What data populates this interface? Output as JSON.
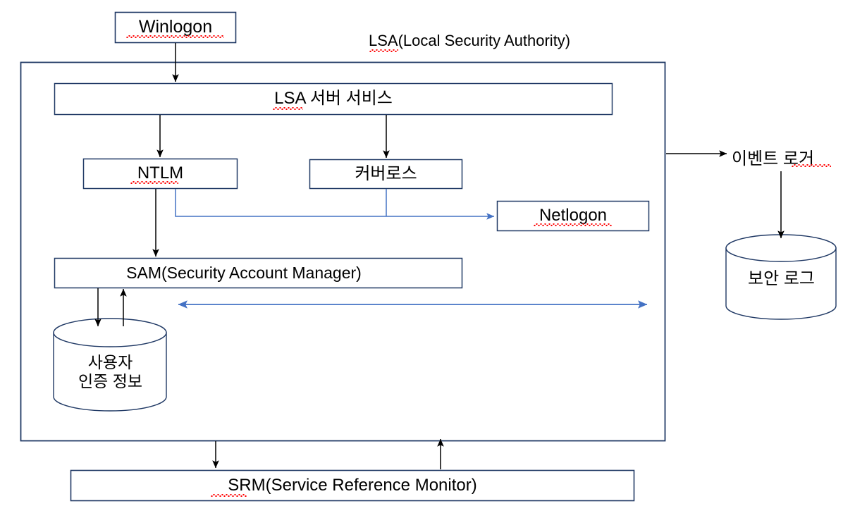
{
  "diagram": {
    "title": "LSA(Local Security Authority)",
    "stroke_color": "#1f3864",
    "flow_arrow_color": "#000000",
    "blue_arrow_color": "#4472c4",
    "spellcheck_color": "#ff0000",
    "background": "#ffffff"
  },
  "nodes": {
    "winlogon": {
      "label": "Winlogon",
      "shape": "rect"
    },
    "lsa_container": {
      "label": "LSA(Local Security Authority)",
      "shape": "rect-container"
    },
    "lsa_server_service": {
      "label": "LSA 서버 서비스",
      "shape": "rect"
    },
    "ntlm": {
      "label": "NTLM",
      "shape": "rect"
    },
    "kerberos": {
      "label": "커버로스",
      "shape": "rect"
    },
    "netlogon": {
      "label": "Netlogon",
      "shape": "rect"
    },
    "sam": {
      "label": "SAM(Security Account Manager)",
      "shape": "rect"
    },
    "user_credentials_db": {
      "label": "사용자\n인증 정보",
      "shape": "cylinder"
    },
    "event_logger": {
      "label": "이벤트 로거",
      "shape": "text"
    },
    "security_log_db": {
      "label": "보안 로그",
      "shape": "cylinder"
    },
    "srm": {
      "label": "SRM(Service Reference Monitor)",
      "shape": "rect"
    }
  },
  "edges": [
    {
      "name": "winlogon-to-lsa-server-service",
      "from": "winlogon",
      "to": "lsa_server_service",
      "style": "solid-black-arrow"
    },
    {
      "name": "lsa-server-service-to-ntlm",
      "from": "lsa_server_service",
      "to": "ntlm",
      "style": "solid-black-arrow"
    },
    {
      "name": "lsa-server-service-to-kerberos",
      "from": "lsa_server_service",
      "to": "kerberos",
      "style": "solid-black-arrow"
    },
    {
      "name": "ntlm-to-sam",
      "from": "ntlm",
      "to": "sam",
      "style": "solid-black-arrow"
    },
    {
      "name": "ntlm-to-netlogon",
      "from": "ntlm",
      "to": "netlogon",
      "style": "blue-arrow"
    },
    {
      "name": "kerberos-to-netlogon",
      "from": "kerberos",
      "to": "netlogon",
      "style": "blue-arrow"
    },
    {
      "name": "sam-to-user-credentials-db",
      "from": "sam",
      "to": "user_credentials_db",
      "style": "solid-black-arrow"
    },
    {
      "name": "user-credentials-db-to-sam",
      "from": "user_credentials_db",
      "to": "sam",
      "style": "solid-black-arrow"
    },
    {
      "name": "lsa-bidirectional-link",
      "from": "sam",
      "to": "lsa_container",
      "style": "blue-double-arrow"
    },
    {
      "name": "lsa-to-event-logger",
      "from": "lsa_container",
      "to": "event_logger",
      "style": "solid-black-arrow"
    },
    {
      "name": "event-logger-to-security-log",
      "from": "event_logger",
      "to": "security_log_db",
      "style": "solid-black-arrow"
    },
    {
      "name": "lsa-to-srm",
      "from": "lsa_container",
      "to": "srm",
      "style": "solid-black-arrow"
    },
    {
      "name": "srm-to-lsa",
      "from": "srm",
      "to": "lsa_container",
      "style": "solid-black-arrow"
    }
  ],
  "spellcheck_underlines": [
    {
      "name": "winlogon-spellcheck",
      "text": "Winlogon"
    },
    {
      "name": "lsa-title-spellcheck",
      "text": "LSA"
    },
    {
      "name": "lsa-server-service-spellcheck",
      "text": "LSA"
    },
    {
      "name": "ntlm-spellcheck",
      "text": "NTLM"
    },
    {
      "name": "netlogon-spellcheck",
      "text": "Netlogon"
    },
    {
      "name": "event-logger-spellcheck",
      "text": "로거"
    },
    {
      "name": "srm-spellcheck",
      "text": "SRM"
    }
  ]
}
